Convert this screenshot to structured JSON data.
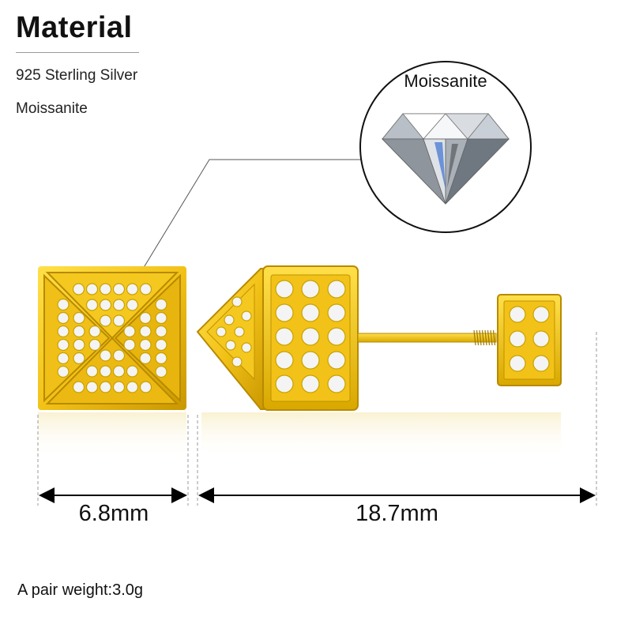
{
  "material": {
    "title": "Material",
    "specs": [
      "925 Sterling Silver",
      "Moissanite"
    ]
  },
  "callout": {
    "label": "Moissanite",
    "icon": "moissanite-diamond-icon"
  },
  "dimensions": {
    "front_width": "6.8mm",
    "side_length": "18.7mm"
  },
  "weight": "A pair weight:3.0g",
  "colors": {
    "gold": "#f2c218",
    "gold_dark": "#c99700",
    "gold_light": "#ffe04a",
    "stone": "#f4f4f4"
  }
}
